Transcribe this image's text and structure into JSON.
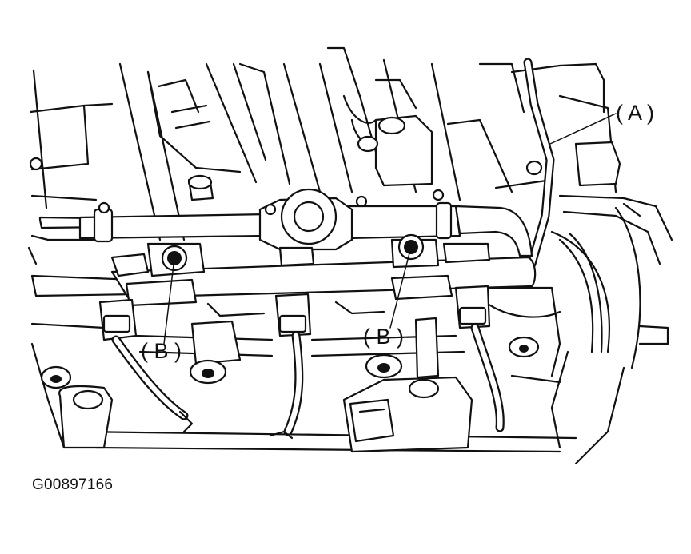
{
  "callouts": {
    "a": "( A )",
    "b_left": "( B )",
    "b_right": "( B )"
  },
  "figure_id": "G00897166",
  "colors": {
    "line": "#111111",
    "background": "#ffffff"
  }
}
